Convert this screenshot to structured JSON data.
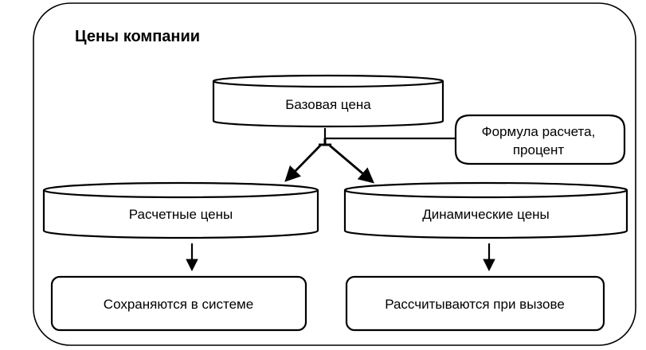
{
  "title": "Цены компании",
  "nodes": {
    "base": "Базовая цена",
    "formula": [
      "Формула расчета,",
      "процент"
    ],
    "calculated": "Расчетные цены",
    "dynamic": "Динамические цены",
    "stored": "Сохраняются в системе",
    "computed": "Рассчитываются при вызове"
  }
}
